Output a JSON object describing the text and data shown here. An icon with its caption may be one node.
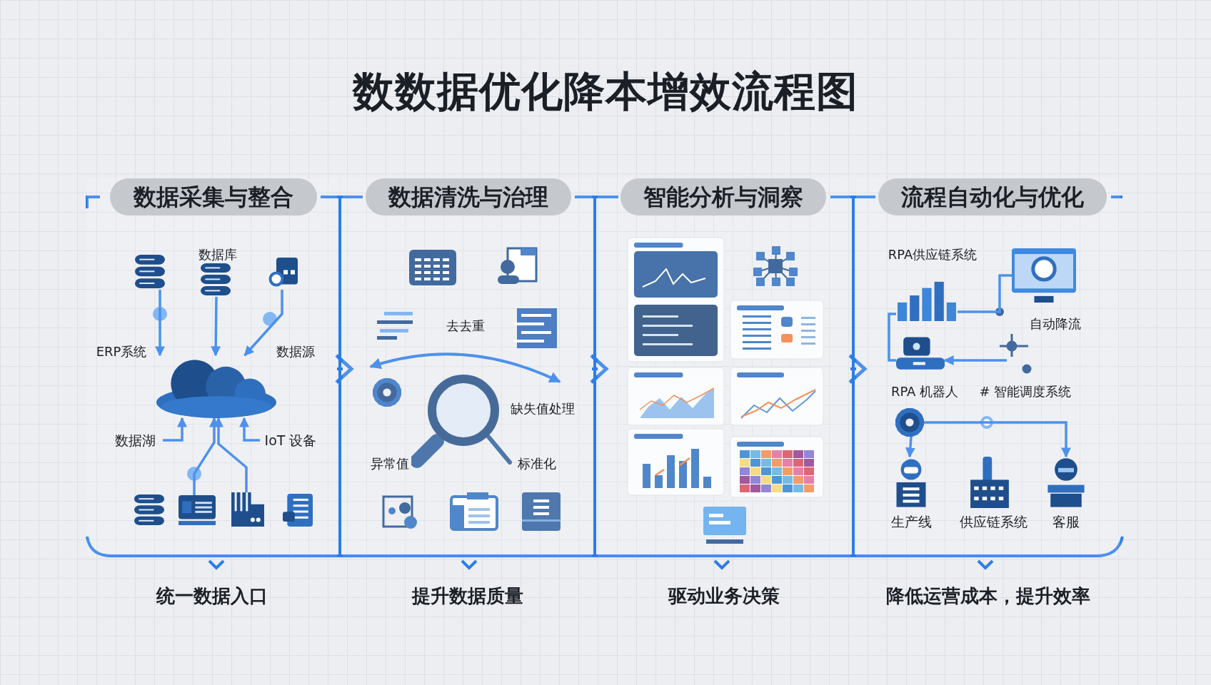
{
  "diagram": {
    "title": "数数据优化降本增效流程图",
    "nodes": [
      {
        "text": [
          "数据采集与整合"
        ],
        "beside": [
          "统一数据入口"
        ]
      },
      {
        "text": [],
        "shape": "cylinder",
        "in": 0
      },
      {
        "text": [],
        "shape": "cylinder",
        "in": 0
      },
      {
        "text": [],
        "shape": "picture",
        "in": 0
      },
      {
        "text": [],
        "shape": "cloud",
        "in": 0
      },
      {
        "text": [
          "数据湖"
        ],
        "in": 0
      },
      {
        "text": [
          "IoT 设备"
        ],
        "in": 0
      },
      {
        "text": [],
        "shape": "cylinder",
        "in": 0
      },
      {
        "text": [],
        "shape": "picture",
        "in": 0
      },
      {
        "text": [],
        "shape": "picture",
        "in": 0
      },
      {
        "text": [],
        "shape": "picture",
        "in": 0
      },
      {
        "text": [
          "数据清洗与治理"
        ],
        "beside": [
          "提升数据质量"
        ]
      },
      {
        "text": [
          "智能分析与洞察"
        ],
        "beside": [
          "驱动业务决策"
        ]
      },
      {
        "text": [
          "流程自动化与优化"
        ],
        "beside": [
          "降低运营成本，提升效率"
        ]
      },
      {
        "text": [],
        "shape": "picture",
        "in": 13
      },
      {
        "text": [],
        "shape": "picture",
        "in": 13
      },
      {
        "text": [],
        "shape": "picture",
        "in": 13
      },
      {
        "text": [],
        "shape": "picture",
        "in": 13
      },
      {
        "text": [
          "生产线"
        ],
        "in": 13
      },
      {
        "text": [
          "供应链系统"
        ],
        "in": 13
      },
      {
        "text": [
          "客服"
        ],
        "in": 13
      }
    ],
    "edges": [
      {
        "from": 1,
        "to": 4,
        "arrow": "to"
      },
      {
        "from": 2,
        "to": 4,
        "arrow": "to"
      },
      {
        "from": 3,
        "to": 4,
        "arrow": "to"
      },
      {
        "from": 5,
        "to": 4,
        "arrow": "to"
      },
      {
        "from": 6,
        "to": 4,
        "arrow": "to"
      },
      {
        "from": 8,
        "to": 4,
        "arrow": "to"
      },
      {
        "from": 9,
        "to": 4,
        "arrow": "to"
      },
      {
        "from": 0,
        "to": 11,
        "arrow": "to"
      },
      {
        "from": 11,
        "to": 12,
        "arrow": "to"
      },
      {
        "from": 12,
        "to": 13,
        "arrow": "to"
      },
      {
        "from": 14,
        "to": 15,
        "arrow": "none"
      },
      {
        "from": 14,
        "to": 16,
        "arrow": "none"
      },
      {
        "from": 17,
        "to": 18,
        "arrow": "to"
      },
      {
        "from": 17,
        "to": 20,
        "arrow": "to"
      },
      {
        "from": null,
        "to": 16,
        "arrow": "to"
      }
    ],
    "labels": [
      "数据库",
      "ERP系统",
      "数据源",
      "去去重",
      "缺失值处理",
      "异常值",
      "标准化",
      "RPA供应链系统",
      "自动降流",
      "RPA 机器人",
      "# 智能调度系统"
    ]
  }
}
